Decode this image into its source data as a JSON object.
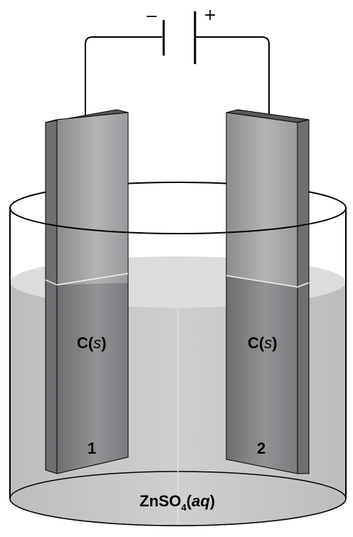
{
  "battery": {
    "negative_sign": "−",
    "positive_sign": "+"
  },
  "electrodes": [
    {
      "material_main": "C(",
      "material_state": "s",
      "material_close": ")",
      "number": "1"
    },
    {
      "material_main": "C(",
      "material_state": "s",
      "material_close": ")",
      "number": "2"
    }
  ],
  "solution": {
    "formula_main": "ZnSO",
    "formula_subscript": "4",
    "formula_paren_open": "(",
    "formula_state": "aq",
    "formula_paren_close": ")"
  },
  "colors": {
    "liquid": "#c8c8c8",
    "electrode_face": "#9a9a9c",
    "electrode_side": "#6f6f72",
    "electrode_submerged": "#808083",
    "wire": "#000000"
  }
}
